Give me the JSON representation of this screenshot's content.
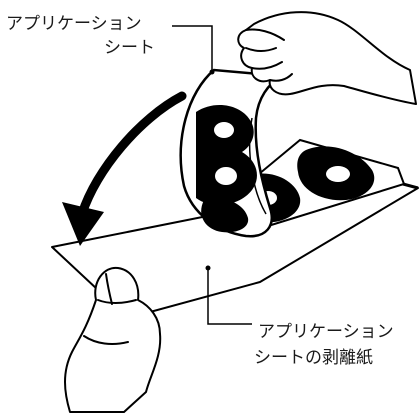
{
  "colors": {
    "ink": "#000000",
    "paper": "#ffffff",
    "text": "#1a1a1a"
  },
  "labels": {
    "application_sheet": {
      "line1": "アプリケーション",
      "line2": "シート"
    },
    "release_paper": {
      "line1": "アプリケーション",
      "line2": "シートの剥離紙"
    }
  },
  "illustration": {
    "letters_on_sheet": "Bo"
  }
}
